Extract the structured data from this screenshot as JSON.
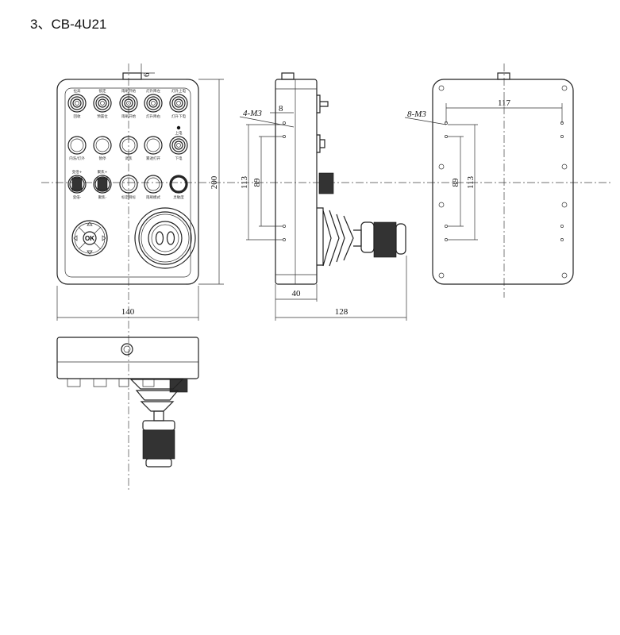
{
  "title": "3、CB-4U21",
  "front_view": {
    "dims": {
      "width": "140",
      "height": "200",
      "top_offset": "6"
    },
    "buttons": [
      {
        "top": "拉高",
        "bottom": "回收"
      },
      {
        "top": "锁定",
        "bottom": "预置位"
      },
      {
        "top": "雨刷开始",
        "bottom": "雨刷开始"
      },
      {
        "top": "灯升降左",
        "bottom": "灯升降右"
      },
      {
        "top": "灯升上电",
        "bottom": "灯升下电"
      },
      {
        "bottom": "内洗/灯外"
      },
      {
        "bottom": "暂停"
      },
      {
        "bottom": "调焦"
      },
      {
        "bottom": "雾透打开"
      },
      {
        "top": "上电",
        "bottom": "下电"
      },
      {
        "top": "变倍+",
        "bottom": "变倍-"
      },
      {
        "top": "聚焦+",
        "bottom": "聚焦-"
      },
      {
        "bottom": "标定目标"
      },
      {
        "bottom": "雨刷模式"
      },
      {
        "bottom": "灵敏度"
      }
    ],
    "ok_label": "OK"
  },
  "side_view": {
    "dims": {
      "thread": "4-M3",
      "edge": "8",
      "outer": "113",
      "inner": "89",
      "depth": "40",
      "total_depth": "128"
    }
  },
  "back_view": {
    "dims": {
      "thread": "8-M3",
      "width": "117",
      "inner": "89",
      "outer": "113"
    }
  }
}
